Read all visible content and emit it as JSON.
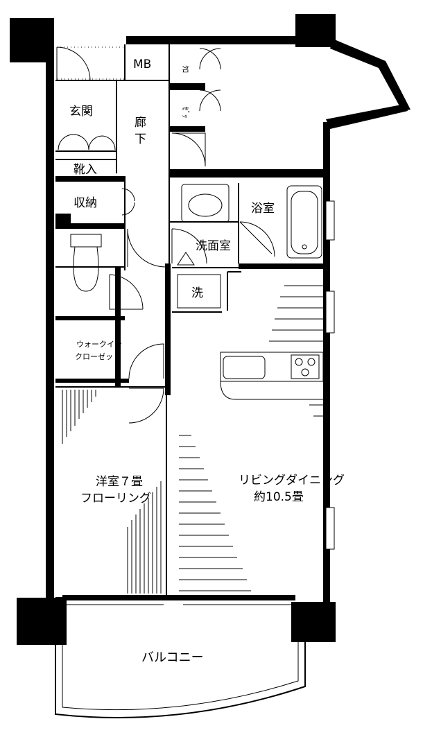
{
  "rooms": {
    "mb": "MB",
    "closet_top_a": "ｸﾛ",
    "closet_top_b": "ｾﾞｯ",
    "entrance": "玄関",
    "hallway": "廊下",
    "shoe_storage": "靴入",
    "storage": "収納",
    "bath": "浴室",
    "washroom": "洗面室",
    "washer": "洗",
    "walk_in_line1": "ウォークイン",
    "walk_in_line2": "クローゼット",
    "western_room_line1": "洋室７畳",
    "western_room_line2": "フローリング",
    "ldk_line1": "リビングダイニング",
    "ldk_line2": "約10.5畳",
    "balcony": "バルコニー"
  }
}
